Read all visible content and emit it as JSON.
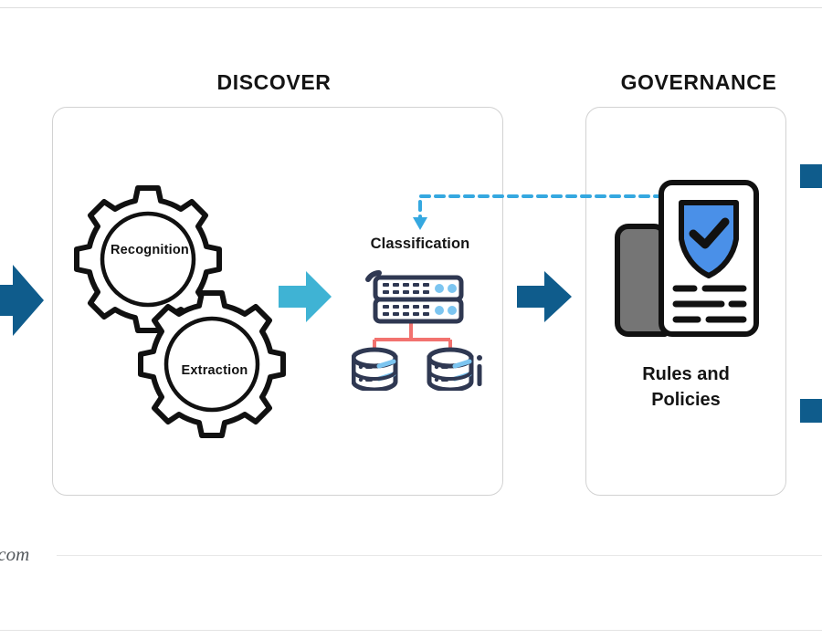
{
  "diagram": {
    "title_discover": "DISCOVER",
    "title_governance": "GOVERNANCE",
    "stages": [
      {
        "id": "discover",
        "heading": "DISCOVER",
        "nodes": [
          {
            "id": "recognition",
            "label": "Recognition",
            "icon": "gear-icon"
          },
          {
            "id": "extraction",
            "label": "Extraction",
            "icon": "gear-icon"
          },
          {
            "id": "classification",
            "label": "Classification",
            "icon": "server-database-icon"
          }
        ]
      },
      {
        "id": "governance",
        "heading": "GOVERNANCE",
        "nodes": [
          {
            "id": "rules-policies",
            "label_line1": "Rules and",
            "label_line2": "Policies",
            "icon": "document-shield-check-icon"
          }
        ]
      }
    ],
    "connectors": [
      {
        "id": "inbound-arrow",
        "kind": "arrow",
        "style": "solid",
        "color": "#0f5c8c"
      },
      {
        "id": "mid-arrow",
        "kind": "arrow",
        "style": "solid",
        "color": "#3fb3d4"
      },
      {
        "id": "outbound-arrow",
        "kind": "arrow",
        "style": "solid",
        "color": "#0f5c8c"
      },
      {
        "id": "feedback-loop",
        "kind": "arrow",
        "style": "dashed",
        "color": "#35a8e0",
        "from": "rules-policies",
        "to": "classification"
      }
    ]
  },
  "labels": {
    "recognition": "Recognition",
    "extraction": "Extraction",
    "classification": "Classification",
    "rules_line1": "Rules and",
    "rules_line2": "Policies"
  },
  "footer": {
    "watermark": ".com"
  },
  "colors": {
    "arrow_dark_blue": "#0f5c8c",
    "arrow_light_blue": "#3fb3d4",
    "dashed_blue": "#35a8e0",
    "shield_blue": "#4a90e8",
    "icon_navy": "#2f3852",
    "icon_sky": "#7cc5f0",
    "link_coral": "#f2726f",
    "doc_gray": "#757575",
    "card_border": "#d2d2d2",
    "heading_black": "#141414",
    "legend_swatch": "#0f5c8c"
  },
  "legend": {
    "swatches": [
      {
        "id": "swatch-top",
        "color": "#0f5c8c"
      },
      {
        "id": "swatch-bottom",
        "color": "#0f5c8c"
      }
    ]
  }
}
